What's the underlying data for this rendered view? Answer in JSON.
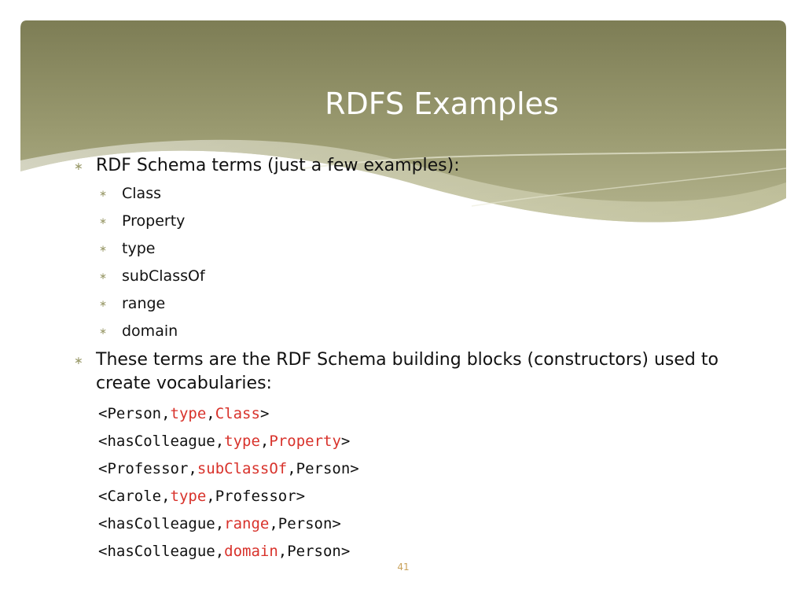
{
  "slide": {
    "title": "RDFS Examples",
    "bullets": [
      "RDF Schema terms (just a few examples):",
      "These terms are the RDF Schema building blocks (constructors) used to create vocabularies:"
    ],
    "terms": [
      "Class",
      "Property",
      "type",
      "subClassOf",
      "range",
      "domain"
    ],
    "triples": [
      [
        {
          "t": "<Person,",
          "h": false
        },
        {
          "t": "type",
          "h": true
        },
        {
          "t": ",",
          "h": false
        },
        {
          "t": "Class",
          "h": true
        },
        {
          "t": ">",
          "h": false
        }
      ],
      [
        {
          "t": "<hasColleague,",
          "h": false
        },
        {
          "t": "type",
          "h": true
        },
        {
          "t": ",",
          "h": false
        },
        {
          "t": "Property",
          "h": true
        },
        {
          "t": ">",
          "h": false
        }
      ],
      [
        {
          "t": "<Professor,",
          "h": false
        },
        {
          "t": "subClassOf",
          "h": true
        },
        {
          "t": ",Person>",
          "h": false
        }
      ],
      [
        {
          "t": "<Carole,",
          "h": false
        },
        {
          "t": "type",
          "h": true
        },
        {
          "t": ",Professor>",
          "h": false
        }
      ],
      [
        {
          "t": "<hasColleague,",
          "h": false
        },
        {
          "t": "range",
          "h": true
        },
        {
          "t": ",Person>",
          "h": false
        }
      ],
      [
        {
          "t": "<hasColleague,",
          "h": false
        },
        {
          "t": "domain",
          "h": true
        },
        {
          "t": ",Person>",
          "h": false
        }
      ]
    ],
    "page_number": "41",
    "bullet_glyph": "∗"
  },
  "colors": {
    "header_dark": "#7d7d55",
    "header_light": "#c8c8a4",
    "bullet": "#9a9a6a",
    "code_highlight": "#d8322b",
    "page_number": "#c9a25a"
  }
}
